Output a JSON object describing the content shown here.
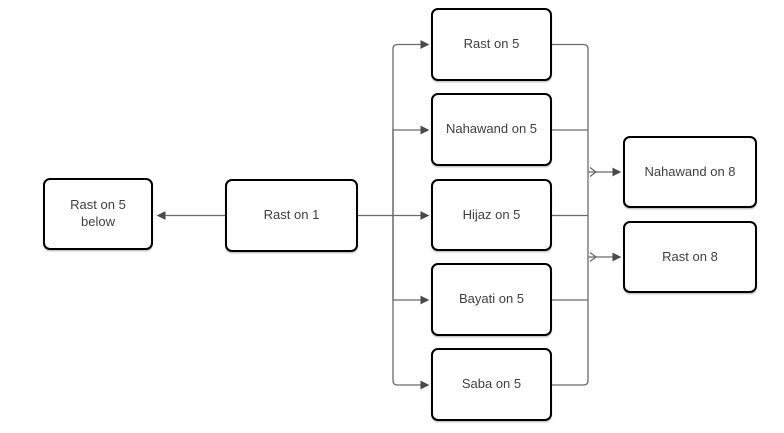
{
  "colors": {
    "background": "#ffffff",
    "node_fill": "#ffffff",
    "node_border": "#000000",
    "node_text": "#3f3f3f",
    "connector": "#6b6b6b",
    "arrowhead": "#4a4a4a"
  },
  "nodes": {
    "rast_on_5_below": {
      "label": "Rast on 5 below"
    },
    "rast_on_1": {
      "label": "Rast on 1"
    },
    "rast_on_5": {
      "label": "Rast on 5"
    },
    "nahawand_on_5": {
      "label": "Nahawand on 5"
    },
    "hijaz_on_5": {
      "label": "Hijaz on 5"
    },
    "bayati_on_5": {
      "label": "Bayati on 5"
    },
    "saba_on_5": {
      "label": "Saba on 5"
    },
    "nahawand_on_8": {
      "label": "Nahawand on 8"
    },
    "rast_on_8": {
      "label": "Rast on 8"
    }
  },
  "edges": [
    {
      "from": "Rast on 1",
      "to": "Rast on 5 below"
    },
    {
      "from": "Rast on 1",
      "to": "Rast on 5"
    },
    {
      "from": "Rast on 1",
      "to": "Nahawand on 5"
    },
    {
      "from": "Rast on 1",
      "to": "Hijaz on 5"
    },
    {
      "from": "Rast on 1",
      "to": "Bayati on 5"
    },
    {
      "from": "Rast on 1",
      "to": "Saba on 5"
    },
    {
      "from": "Rast on 5 / Nahawand on 5 / Hijaz on 5 / Bayati on 5 / Saba on 5",
      "to": "Nahawand on 8"
    },
    {
      "from": "Rast on 5 / Nahawand on 5 / Hijaz on 5 / Bayati on 5 / Saba on 5",
      "to": "Rast on 8"
    }
  ]
}
